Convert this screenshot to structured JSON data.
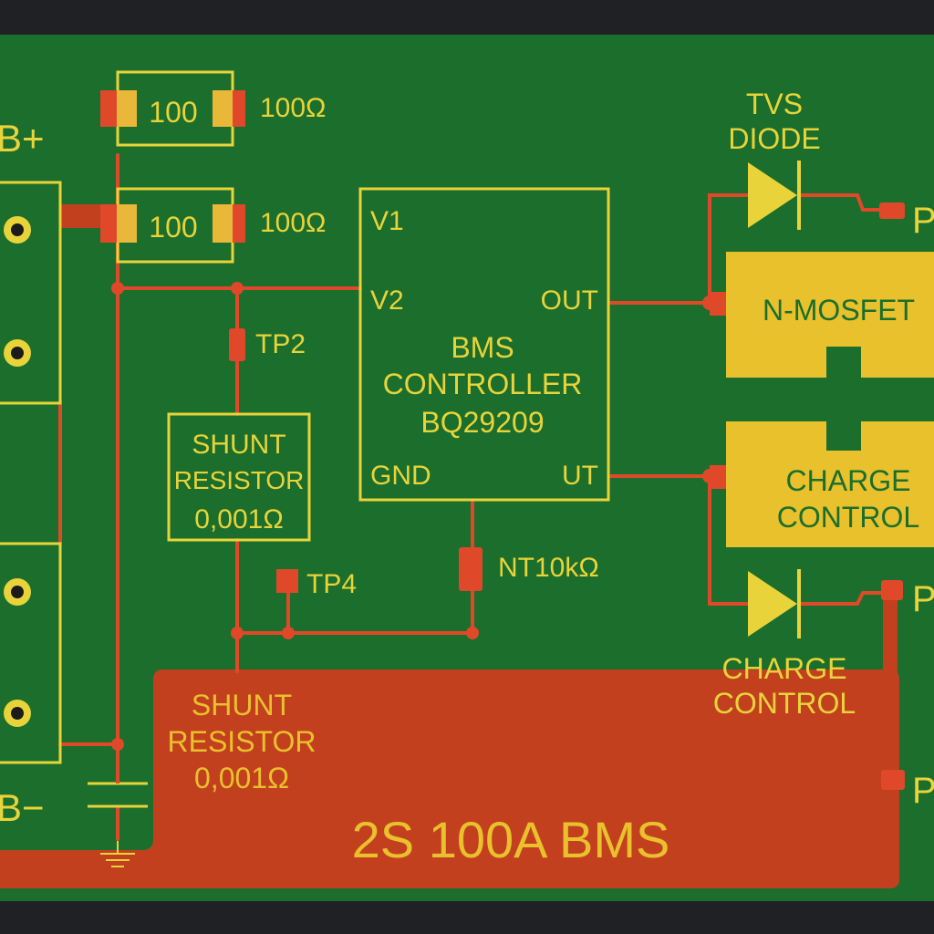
{
  "colors": {
    "frame": "#202124",
    "board": "#1b6e2c",
    "trace": "#e0482a",
    "silkscreen": "#e8d43a",
    "pad": "#e9b838",
    "copper_pour": "#c3401f"
  },
  "connectors": {
    "positive_label": "B+",
    "negative_label": "B−"
  },
  "resistors": {
    "r1": {
      "body_label": "100",
      "value_label": "100Ω"
    },
    "r2": {
      "body_label": "100",
      "value_label": "100Ω"
    },
    "ntc": {
      "value_label": "NT10kΩ"
    }
  },
  "controller": {
    "title_line1": "BMS",
    "title_line2": "CONTROLLER",
    "part_number": "BQ29209",
    "pins": {
      "v1": "V1",
      "v2": "V2",
      "gnd": "GND",
      "out": "OUT",
      "ut": "UT"
    }
  },
  "test_points": {
    "tp2": "TP2",
    "tp4": "TP4"
  },
  "shunt_box": {
    "line1": "SHUNT",
    "line2": "RESISTOR",
    "line3": "0,001Ω"
  },
  "shunt_pour": {
    "line1": "SHUNT",
    "line2": "RESISTOR",
    "line3": "0,001Ω"
  },
  "tvs": {
    "line1": "TVS",
    "line2": "DIODE"
  },
  "mosfet": {
    "label": "N-MOSFET"
  },
  "charge_control_block": {
    "line1": "CHARGE",
    "line2": "CONTROL"
  },
  "charge_diode": {
    "line1": "CHARGE",
    "line2": "CONTROL"
  },
  "board_title": "2S 100A BMS",
  "terminals": {
    "p1": "P",
    "p2": "P",
    "p3": "P"
  },
  "icons": [
    "battery-icon",
    "ground-icon",
    "diode-icon"
  ]
}
